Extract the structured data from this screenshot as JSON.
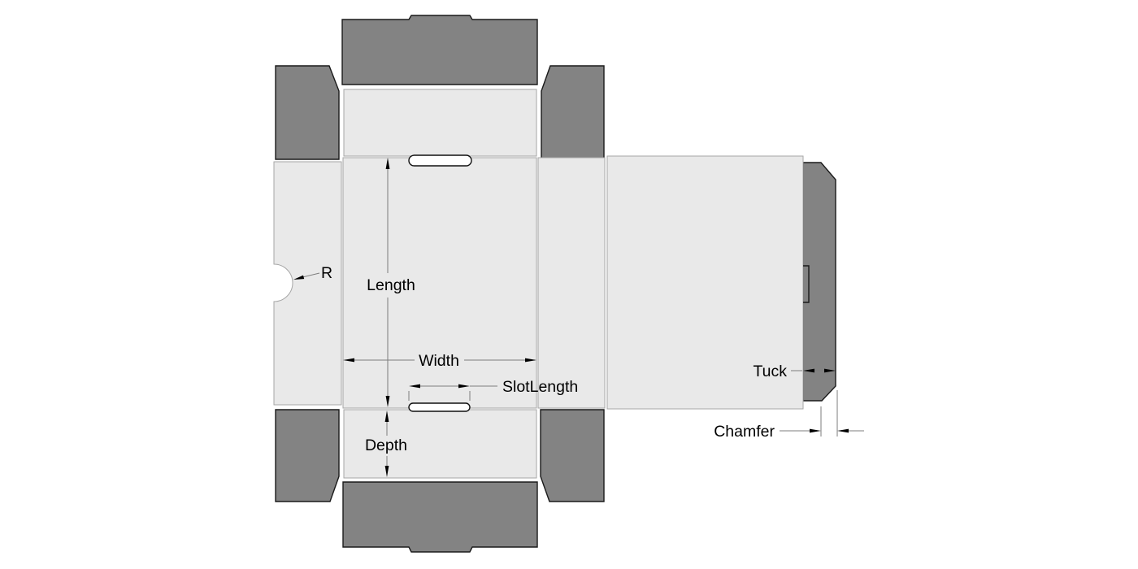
{
  "diagram": {
    "labels": {
      "radius": "R",
      "length": "Length",
      "width": "Width",
      "slot_length": "SlotLength",
      "depth": "Depth",
      "tuck": "Tuck",
      "chamfer": "Chamfer"
    },
    "colors": {
      "background": "#ffffff",
      "flap_fill": "#838383",
      "flap_stroke": "#1a1a1a",
      "panel_fill": "#e9e9e9",
      "panel_stroke": "#a6a6a6",
      "slot_fill": "#ffffff",
      "slot_stroke": "#111111",
      "dim_line": "#7d7d7d",
      "dim_text": "#000000"
    }
  }
}
